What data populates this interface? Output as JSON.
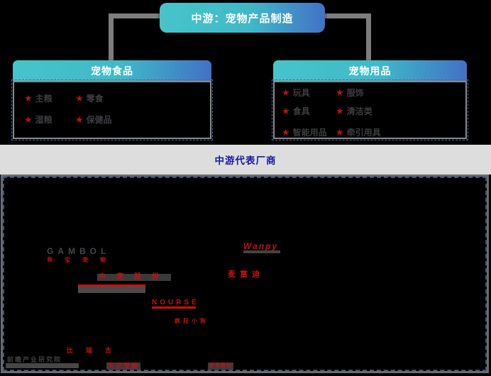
{
  "title_box": {
    "label": "中游：宠物产品制造"
  },
  "food_box": {
    "header": "宠物食品",
    "items": [
      "主粮",
      "零食",
      "湿粮",
      "保健品"
    ]
  },
  "supplies_box": {
    "header": "宠物用品",
    "items": [
      "玩具",
      "服饰",
      "食具",
      "清洁类",
      "智能用品",
      "牵引用具"
    ]
  },
  "banner": {
    "label": "中游代表厂商"
  },
  "manufacturers": {
    "gambol_en": "GAMBOL",
    "gambol_cn": "乖宝宠物",
    "zhongchong": "中宠股份",
    "wanpy": "Wanpy",
    "myfoodie": "麦富迪",
    "nourse": "NOURSE",
    "crazydog": "疯狂小狗",
    "biruiji": "比瑞吉",
    "tianyuan": "天元宠物",
    "yiyi": "依依股份"
  },
  "watermark": {
    "label": "前瞻产业研究院"
  },
  "colors": {
    "teal": "#42c0c8",
    "blue": "#4173c6",
    "star_red": "#b81313",
    "logo_red": "#c41212",
    "banner_text": "#1818a0"
  }
}
